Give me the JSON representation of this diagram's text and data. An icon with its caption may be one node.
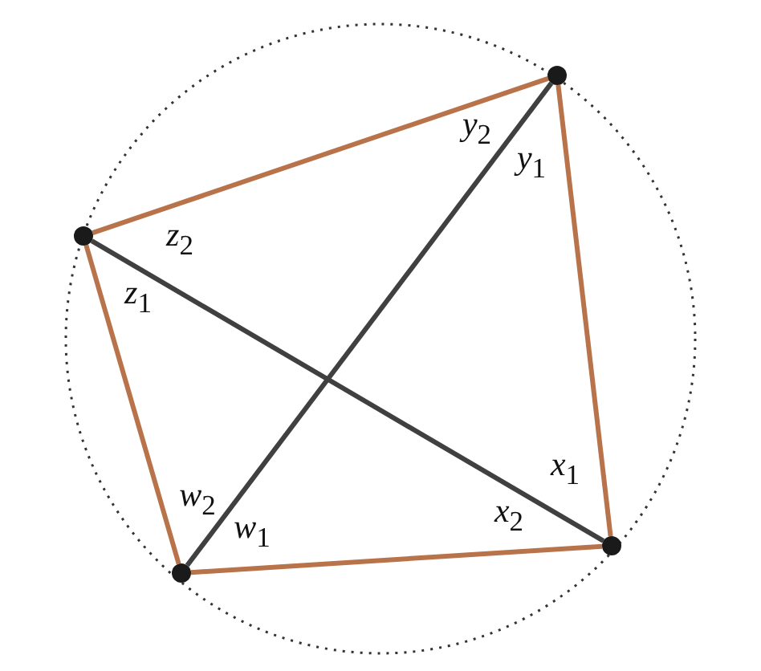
{
  "diagram": {
    "nodes": [
      {
        "text": [],
        "shape": "circle"
      },
      {
        "text": [],
        "shape": "circle"
      },
      {
        "text": [],
        "shape": "circle"
      },
      {
        "text": [],
        "shape": "circle"
      }
    ],
    "edges": [
      {
        "from": 0,
        "to": 2,
        "arrow": "none"
      },
      {
        "from": 2,
        "to": 3,
        "arrow": "none"
      },
      {
        "from": 3,
        "to": 1,
        "arrow": "none"
      },
      {
        "from": 1,
        "to": 0,
        "arrow": "none"
      },
      {
        "from": 0,
        "to": 3,
        "arrow": "none",
        "color": "#404040"
      },
      {
        "from": 1,
        "to": 2,
        "arrow": "none",
        "color": "#404040"
      }
    ],
    "labels": [
      "*y*$_{2}$",
      "*y*$_{1}$",
      "*z*$_{2}$",
      "*z*$_{1}$",
      "*x*$_{1}$",
      "*w*$_{2}$",
      "*x*$_{2}$",
      "*w*$_{1}$"
    ]
  }
}
